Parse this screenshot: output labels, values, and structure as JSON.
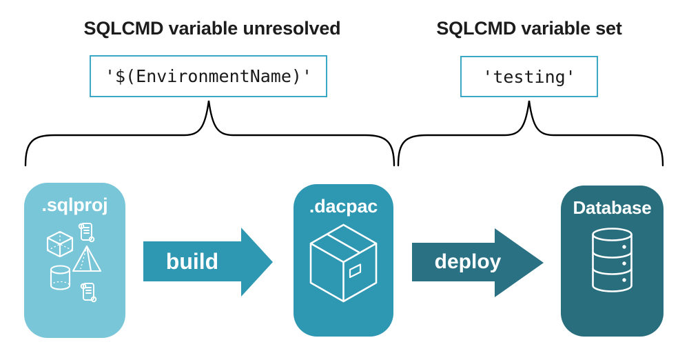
{
  "headings": {
    "left": "SQLCMD variable unresolved",
    "right": "SQLCMD variable set"
  },
  "values": {
    "unresolved": "'$(EnvironmentName)'",
    "resolved": "'testing'"
  },
  "pipeline": {
    "source_label": ".sqlproj",
    "artifact_label": ".dacpac",
    "target_label": "Database",
    "build_label": "build",
    "deploy_label": "deploy"
  },
  "icons": {
    "sqlproj": [
      "scroll-icon",
      "cube-icon",
      "pyramid-icon",
      "cylinder-icon",
      "scroll-icon"
    ],
    "dacpac": "package-box-icon",
    "database": "database-cylinder-icon"
  },
  "colors": {
    "sqlproj_card": "#79c6d8",
    "dacpac_card": "#2e97b2",
    "build_arrow": "#2e97b2",
    "deploy_arrow": "#2a7183",
    "database_card": "#286e7d",
    "code_box_border": "#3aa7c5",
    "heading_text": "#1c1c1c",
    "code_text": "#191919",
    "brace_stroke": "#000000",
    "icon_stroke": "#ffffff"
  }
}
